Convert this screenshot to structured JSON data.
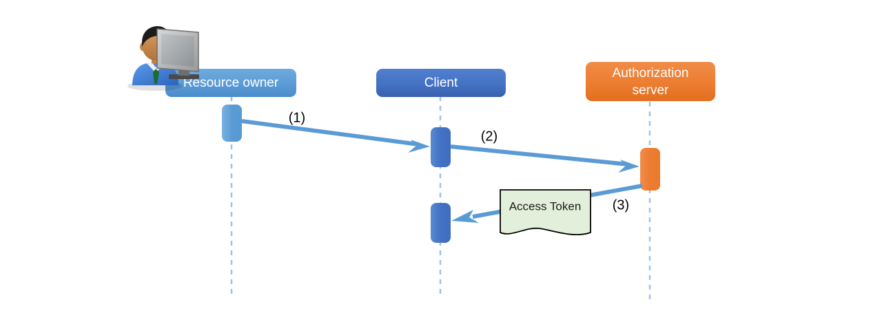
{
  "diagram": {
    "title": "OAuth access token sequence diagram",
    "background": "#ffffff",
    "colors": {
      "resource_owner": "#5B9BD5",
      "resource_owner_dark": "#3E8CCC",
      "client": "#4472C4",
      "client_dark": "#3A63B0",
      "authorization_server": "#ED7D31",
      "authorization_server_dark": "#E06C1E",
      "lifeline_dash": "#9DC3E6",
      "arrow": "#5B9BD5",
      "note_fill": "#E2EFDA",
      "note_stroke": "#000000",
      "label_text": "#000000"
    },
    "participants": [
      {
        "id": "resource-owner",
        "label": "Resource owner",
        "color": "#5B9BD5",
        "has_actor_icon": true,
        "icon_name": "user-at-computer-icon"
      },
      {
        "id": "client",
        "label": "Client",
        "color": "#4472C4",
        "has_actor_icon": false,
        "icon_name": ""
      },
      {
        "id": "authorization-server",
        "label": "Authorization server",
        "label_line1": "Authorization",
        "label_line2": "server",
        "color": "#ED7D31",
        "has_actor_icon": false,
        "icon_name": ""
      }
    ],
    "messages": [
      {
        "id": "message-1",
        "label": "(1)",
        "from": "resource-owner",
        "to": "client",
        "direction": "right"
      },
      {
        "id": "message-2",
        "label": "(2)",
        "from": "client",
        "to": "authorization-server",
        "direction": "right"
      },
      {
        "id": "message-3",
        "label": "(3)",
        "from": "authorization-server",
        "to": "client",
        "direction": "left"
      }
    ],
    "notes": [
      {
        "id": "note-access-token",
        "label": "Access Token",
        "shape": "wavy-bottom-document",
        "fill": "#E2EFDA"
      }
    ],
    "activations": [
      {
        "id": "activation-resource-owner",
        "participant": "resource-owner"
      },
      {
        "id": "activation-client-top",
        "participant": "client"
      },
      {
        "id": "activation-auth-server",
        "participant": "authorization-server"
      },
      {
        "id": "activation-client-bottom",
        "participant": "client"
      }
    ]
  }
}
